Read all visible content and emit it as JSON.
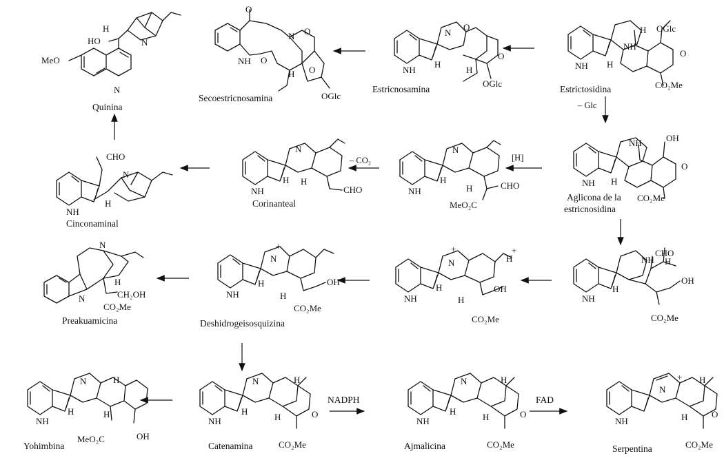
{
  "compounds": {
    "quinina": "Quinina",
    "secoestricnosamina": "Secoestricnosamina",
    "estricnosamina": "Estricnosamina",
    "estrictosidina": "Estrictosidina",
    "cinconaminal": "Cinconaminal",
    "corinanteal": "Corinanteal",
    "aglicona_line1": "Aglicona de la",
    "aglicona_line2": "estricnosidina",
    "preakuamicina": "Preakuamicina",
    "deshidrogeisosquizina": "Deshidrogeisosquizina",
    "yohimbina": "Yohimbina",
    "catenamina": "Catenamina",
    "ajmalicina": "Ajmalicina",
    "serpentina": "Serpentina"
  },
  "reagents": {
    "minus_glc": "– Glc",
    "minus_co2": "– CO₂",
    "reduction": "[H]",
    "nadph": "NADPH",
    "fad": "FAD"
  },
  "atoms": {
    "H": "H",
    "N": "N",
    "NH": "NH",
    "O": "O",
    "OH": "OH",
    "HO": "HO",
    "MeO": "MeO",
    "OGlc": "OGlc",
    "CHO": "CHO",
    "CH2OH": "CH₂OH",
    "CO2Me": "CO₂Me",
    "MeO2C": "MeO₂C",
    "plus": "+"
  }
}
